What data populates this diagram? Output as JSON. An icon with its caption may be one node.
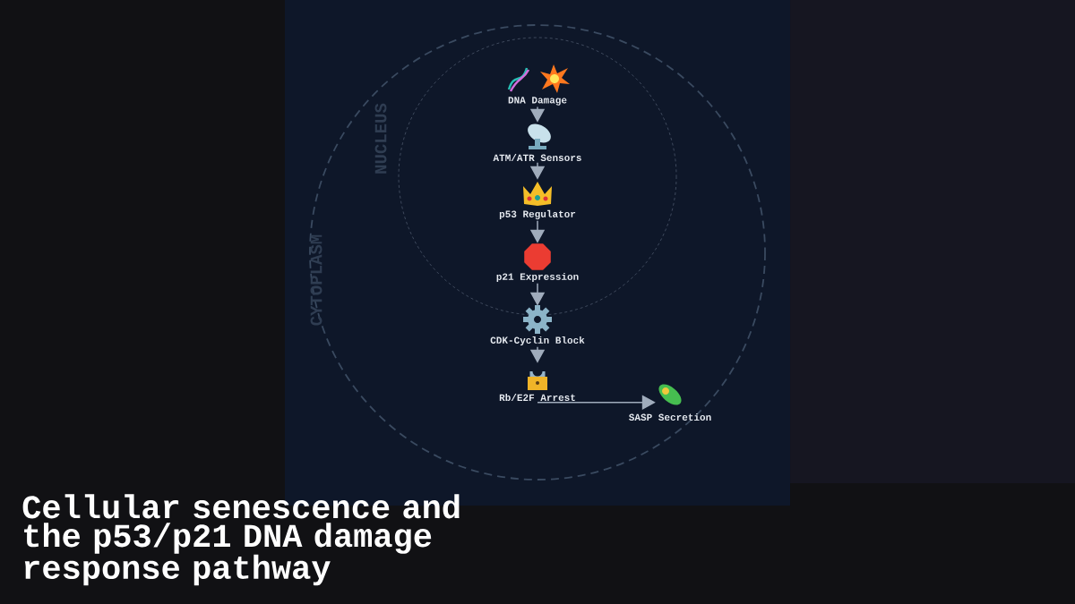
{
  "diagram": {
    "title": "Cellular senescence and the p53/p21 DNA damage response pathway",
    "nodes": [
      {
        "text": [
          "DNA Damage"
        ]
      },
      {
        "text": [
          "ATM/ATR Sensors"
        ]
      },
      {
        "text": [
          "p53 Regulator"
        ]
      },
      {
        "text": [
          "p21 Expression"
        ]
      },
      {
        "text": [
          "CDK-Cyclin Block"
        ]
      },
      {
        "text": [
          "Rb/E2F Arrest"
        ]
      },
      {
        "text": [
          "SASP Secretion"
        ]
      }
    ],
    "edges": [
      {
        "from": 0,
        "to": 1,
        "arrow": "to"
      },
      {
        "from": 1,
        "to": 2,
        "arrow": "to"
      },
      {
        "from": 2,
        "to": 3,
        "arrow": "to"
      },
      {
        "from": 3,
        "to": 4,
        "arrow": "to"
      },
      {
        "from": 4,
        "to": 5,
        "arrow": "to"
      },
      {
        "from": 5,
        "to": 6,
        "arrow": "to"
      }
    ],
    "labels": [
      "NUCLEUS",
      "CYTOPLASM"
    ]
  }
}
